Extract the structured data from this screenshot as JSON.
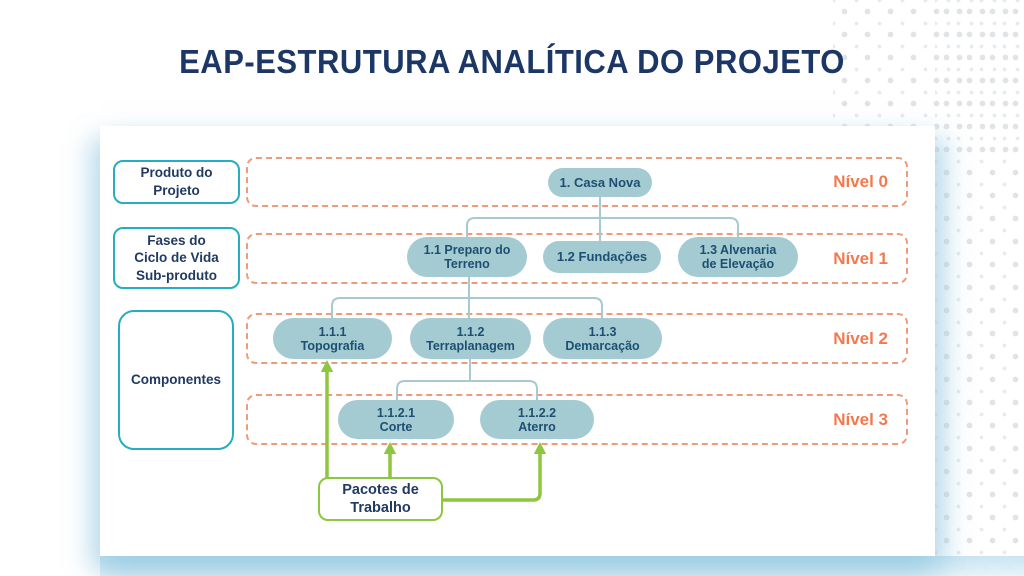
{
  "title": "EAP-ESTRUTURA ANALÍTICA DO PROJETO",
  "legend": {
    "product": {
      "lines": [
        "Produto do",
        "Projeto"
      ]
    },
    "phases": {
      "lines": [
        "Fases do",
        "Ciclo de Vida",
        "Sub-produto"
      ]
    },
    "components": {
      "lines": [
        "Componentes"
      ]
    },
    "work_packages": {
      "lines": [
        "Pacotes de",
        "Trabalho"
      ]
    }
  },
  "levels": [
    {
      "label": "Nível 0"
    },
    {
      "label": "Nível 1"
    },
    {
      "label": "Nível 2"
    },
    {
      "label": "Nível 3"
    }
  ],
  "nodes": {
    "root": {
      "lines": [
        "1. Casa Nova"
      ]
    },
    "n1_1": {
      "lines": [
        "1.1 Preparo do",
        "Terreno"
      ]
    },
    "n1_2": {
      "lines": [
        "1.2 Fundações"
      ]
    },
    "n1_3": {
      "lines": [
        "1.3 Alvenaria",
        "de Elevação"
      ]
    },
    "n1_1_1": {
      "lines": [
        "1.1.1",
        "Topografia"
      ]
    },
    "n1_1_2": {
      "lines": [
        "1.1.2",
        "Terraplanagem"
      ]
    },
    "n1_1_3": {
      "lines": [
        "1.1.3",
        "Demarcação"
      ]
    },
    "n1_1_2_1": {
      "lines": [
        "1.1.2.1",
        "Corte"
      ]
    },
    "n1_1_2_2": {
      "lines": [
        "1.1.2.2",
        "Aterro"
      ]
    }
  },
  "colors": {
    "title_navy": "#1c3766",
    "node_fill": "#a5cbd2",
    "node_text": "#1d4f72",
    "teal_border": "#25aebf",
    "orange_text": "#f2794e",
    "orange_dash": "#f09b78",
    "green": "#8dc63f",
    "connector": "#a7c9cf"
  }
}
